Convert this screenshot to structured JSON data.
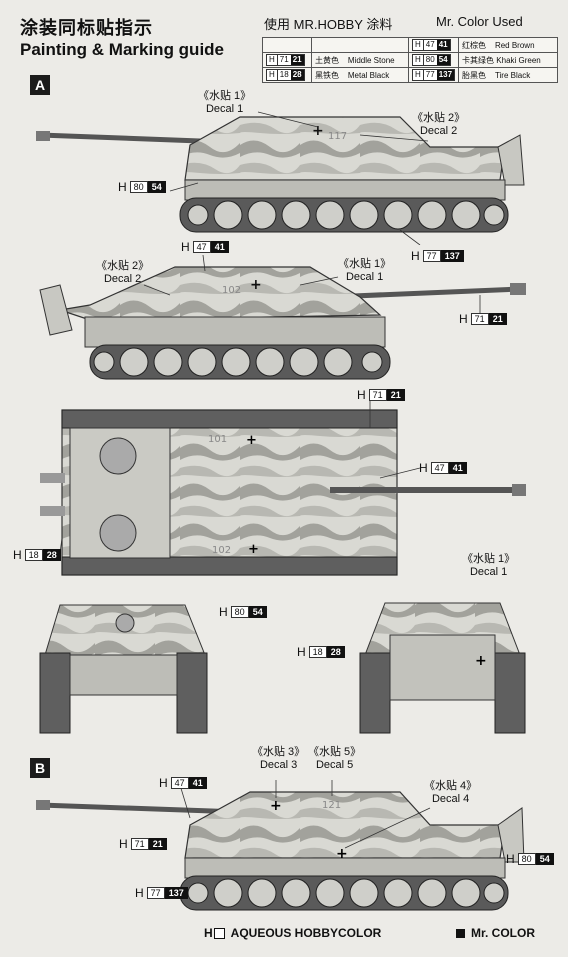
{
  "header": {
    "title_cn": "涂装同标贴指示",
    "title_en": "Painting & Marking guide",
    "use_label": "使用  MR.HOBBY 涂料",
    "mr_color_used": "Mr. Color Used"
  },
  "paint_table": {
    "rows": [
      {
        "left_code": "",
        "left_cn": "",
        "left_en": "",
        "right_code": "47",
        "right_num": "41",
        "right_cn": "红棕色",
        "right_en": "Red Brown"
      },
      {
        "left_code": "71",
        "left_num": "21",
        "left_cn": "土黄色",
        "left_en": "Middle Stone",
        "right_code": "80",
        "right_num": "54",
        "right_cn": "卡其绿色",
        "right_en": "Khaki Green"
      },
      {
        "left_code": "18",
        "left_num": "28",
        "left_cn": "黑铁色",
        "left_en": "Metal Black",
        "right_code": "77",
        "right_num": "137",
        "right_cn": "胎黑色",
        "right_en": "Tire Black"
      }
    ]
  },
  "sections": {
    "a": "A",
    "b": "B"
  },
  "callouts": {
    "a_side1_decal1_cn": "《水贴 1》",
    "a_side1_decal1_en": "Decal 1",
    "a_side1_decal2_cn": "《水贴 2》",
    "a_side1_decal2_en": "Decal 2",
    "a_side1_h80": "80",
    "a_side1_h80b": "54",
    "a_side1_h77": "77",
    "a_side1_h77b": "137",
    "a_side2_h47": "47",
    "a_side2_h47b": "41",
    "a_side2_decal2_cn": "《水贴 2》",
    "a_side2_decal2_en": "Decal 2",
    "a_side2_decal1_cn": "《水贴 1》",
    "a_side2_decal1_en": "Decal 1",
    "a_side2_h71": "71",
    "a_side2_h71b": "21",
    "a_top_h71": "71",
    "a_top_h71b": "21",
    "a_top_h47": "47",
    "a_top_h47b": "41",
    "a_top_h18": "18",
    "a_top_h18b": "28",
    "a_front_h80": "80",
    "a_front_h80b": "54",
    "a_rear_h18": "18",
    "a_rear_h18b": "28",
    "a_rear_decal1_cn": "《水贴 1》",
    "a_rear_decal1_en": "Decal 1",
    "b_decal3_cn": "《水贴 3》",
    "b_decal3_en": "Decal 3",
    "b_decal5_cn": "《水贴 5》",
    "b_decal5_en": "Decal 5",
    "b_decal4_cn": "《水贴 4》",
    "b_decal4_en": "Decal 4",
    "b_h47": "47",
    "b_h47b": "41",
    "b_h71": "71",
    "b_h71b": "21",
    "b_h80": "80",
    "b_h80b": "54",
    "b_h77": "77",
    "b_h77b": "137",
    "h": "H",
    "turret_num_a1": "117",
    "turret_num_a2": "102",
    "turret_num_top1": "101",
    "turret_num_top2": "102",
    "turret_num_b": "121"
  },
  "legend": {
    "aqueous": "AQUEOUS HOBBYCOLOR",
    "h_prefix": "H",
    "mr_color": "Mr. COLOR"
  },
  "colors": {
    "camo_base": "#d8d8d2",
    "camo_dark": "#9c9c96",
    "track": "#555555",
    "badge": "#111111"
  }
}
